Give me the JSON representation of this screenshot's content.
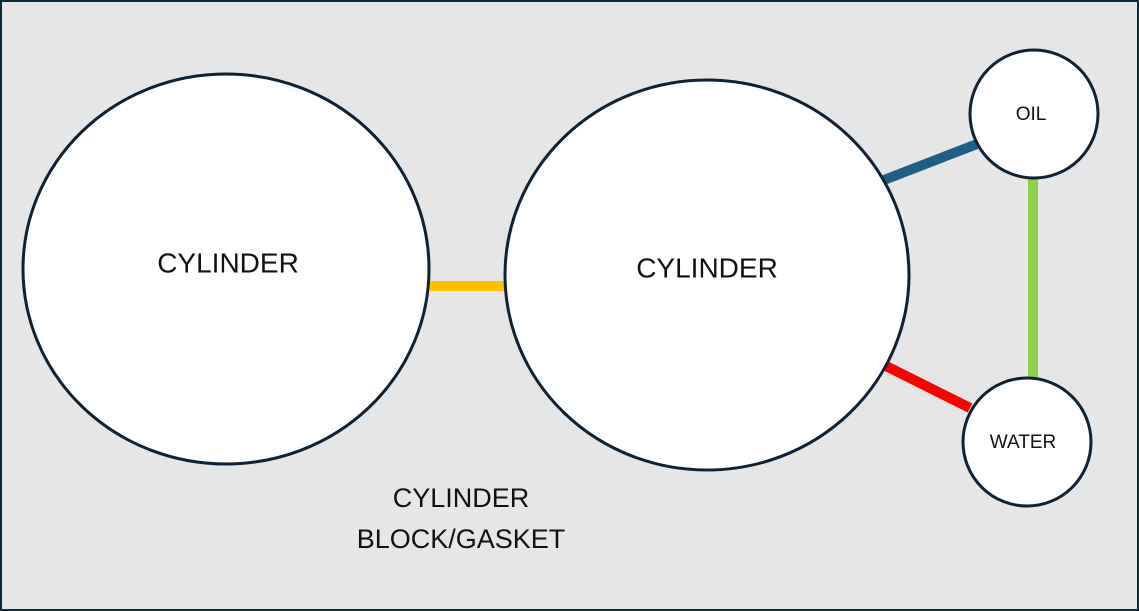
{
  "nodes": {
    "cylinder_left": {
      "label": "CYLINDER"
    },
    "cylinder_right": {
      "label": "CYLINDER"
    },
    "oil": {
      "label": "OIL"
    },
    "water": {
      "label": "WATER"
    }
  },
  "caption": {
    "line1": "CYLINDER",
    "line2": "BLOCK/GASKET"
  },
  "colors": {
    "background": "#e6e6e6",
    "frame": "#0d2a3a",
    "node_fill": "#ffffff",
    "node_stroke": "#0f2233",
    "link_cylinder_cylinder": "#ffc000",
    "link_cylinder_oil": "#1f5f85",
    "link_cylinder_water": "#ff0000",
    "link_oil_water": "#8fd14f"
  }
}
